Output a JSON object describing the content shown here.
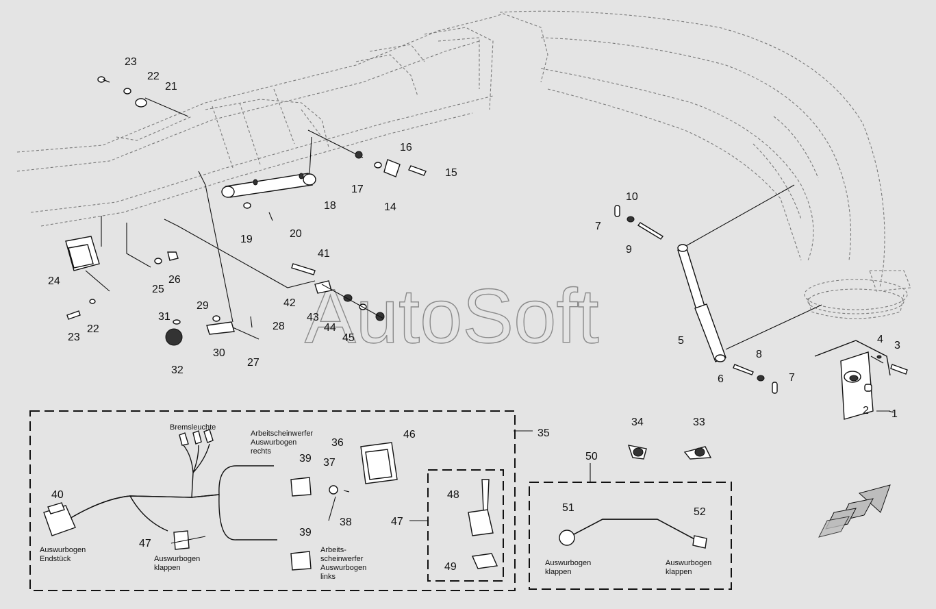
{
  "watermark": "AutoSoft",
  "callouts": {
    "c1": "1",
    "c2": "2",
    "c3": "3",
    "c4": "4",
    "c5": "5",
    "c6": "6",
    "c7a": "7",
    "c7b": "7",
    "c8": "8",
    "c9": "9",
    "c10": "10",
    "c14": "14",
    "c15": "15",
    "c16": "16",
    "c17": "17",
    "c18": "18",
    "c19": "19",
    "c20": "20",
    "c21": "21",
    "c22a": "22",
    "c22b": "22",
    "c23a": "23",
    "c23b": "23",
    "c24": "24",
    "c25": "25",
    "c26": "26",
    "c27": "27",
    "c28": "28",
    "c29": "29",
    "c30": "30",
    "c31": "31",
    "c32": "32",
    "c33": "33",
    "c34": "34",
    "c35": "35",
    "c36": "36",
    "c37": "37",
    "c38": "38",
    "c39a": "39",
    "c39b": "39",
    "c40": "40",
    "c41": "41",
    "c42": "42",
    "c43": "43",
    "c44": "44",
    "c45": "45",
    "c46": "46",
    "c47a": "47",
    "c47b": "47",
    "c48": "48",
    "c49": "49",
    "c50": "50",
    "c51": "51",
    "c52": "52"
  },
  "labels": {
    "bremsleuchte": "Bremsleuchte",
    "arbeit_rechts": [
      "Arbeitscheinwerfer",
      "Auswurbogen",
      "rechts"
    ],
    "arbeit_links": [
      "Arbeits-",
      "scheinwerfer",
      "Auswurbogen",
      "links"
    ],
    "endstueck": [
      "Auswurbogen",
      "Endstück"
    ],
    "klappen_47": [
      "Auswurbogen",
      "klappen"
    ],
    "klappen_51": [
      "Auswurbogen",
      "klappen"
    ],
    "klappen_52": [
      "Auswurbogen",
      "klappen"
    ]
  }
}
